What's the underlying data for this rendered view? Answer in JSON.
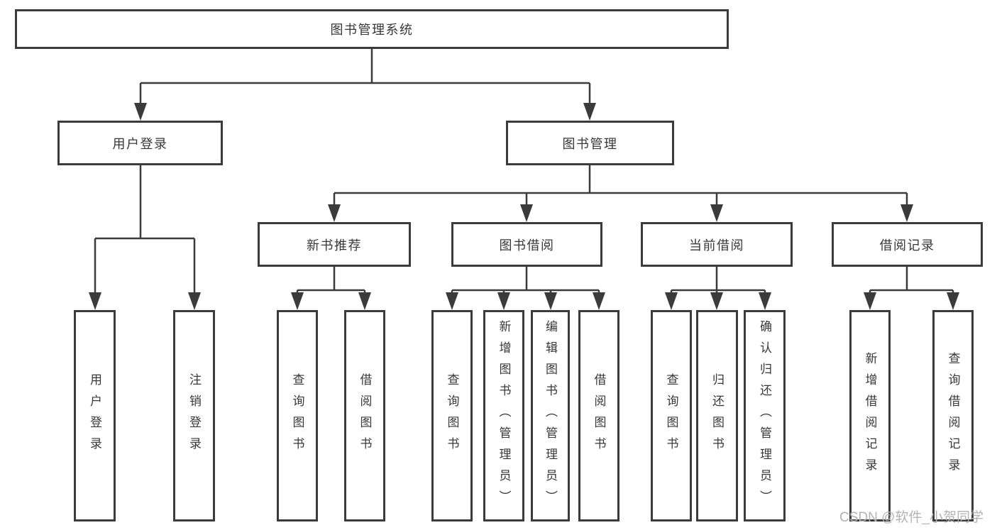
{
  "diagram_title": "图书管理系统",
  "watermark": "CSDN @软件_小贺同学",
  "colors": {
    "line": "#3b3b3b",
    "box_border": "#3b3b3b",
    "text": "#383838",
    "watermark": "#b3b3b3",
    "background": "#ffffff"
  },
  "tree": {
    "label": "图书管理系统",
    "children": [
      {
        "label": "用户登录",
        "children": [
          {
            "label": "用户登录"
          },
          {
            "label": "注销登录"
          }
        ]
      },
      {
        "label": "图书管理",
        "children": [
          {
            "label": "新书推荐",
            "children": [
              {
                "label": "查询图书"
              },
              {
                "label": "借阅图书"
              }
            ]
          },
          {
            "label": "图书借阅",
            "children": [
              {
                "label": "查询图书"
              },
              {
                "label": "新增图书（管理员）"
              },
              {
                "label": "编辑图书（管理员）"
              },
              {
                "label": "借阅图书"
              }
            ]
          },
          {
            "label": "当前借阅",
            "children": [
              {
                "label": "查询图书"
              },
              {
                "label": "归还图书"
              },
              {
                "label": "确认归还（管理员）"
              }
            ]
          },
          {
            "label": "借阅记录",
            "children": [
              {
                "label": "新增借阅记录"
              },
              {
                "label": "查询借阅记录"
              }
            ]
          }
        ]
      }
    ]
  }
}
